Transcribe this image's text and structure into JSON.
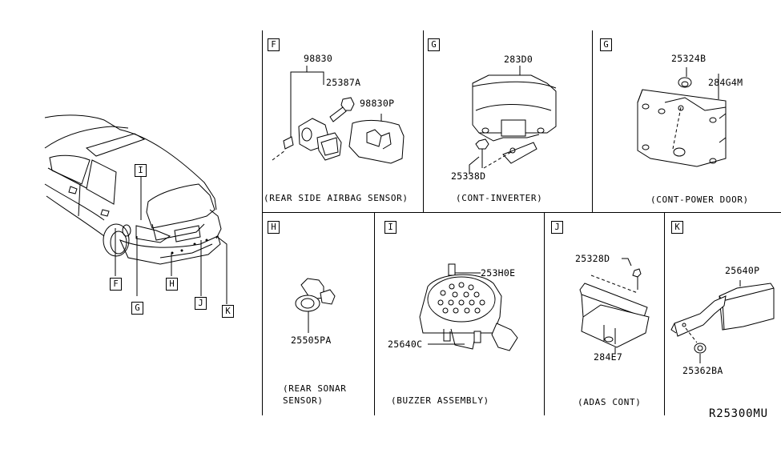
{
  "diagram_code": "R25300MU",
  "overview": {
    "description": "vehicle-rear-three-quarter-view",
    "callouts": [
      "I",
      "F",
      "G",
      "H",
      "J",
      "K"
    ]
  },
  "panels": [
    {
      "ref": "F",
      "caption": "(REAR SIDE AIRBAG SENSOR)",
      "parts": [
        "98830",
        "25387A",
        "98830P"
      ]
    },
    {
      "ref": "G",
      "caption": "(CONT-INVERTER)",
      "parts": [
        "283D0",
        "25338D"
      ]
    },
    {
      "ref": "G",
      "caption": "(CONT-POWER DOOR)",
      "parts": [
        "25324B",
        "284G4M"
      ]
    },
    {
      "ref": "H",
      "caption_line1": "(REAR SONAR",
      "caption_line2": "SENSOR)",
      "parts": [
        "25505PA"
      ]
    },
    {
      "ref": "I",
      "caption": "(BUZZER ASSEMBLY)",
      "parts": [
        "253H0E",
        "25640C"
      ]
    },
    {
      "ref": "J",
      "caption": "(ADAS CONT)",
      "parts": [
        "25328D",
        "284E7"
      ]
    },
    {
      "ref": "K",
      "caption": "",
      "parts": [
        "25640P",
        "25362BA"
      ]
    }
  ]
}
